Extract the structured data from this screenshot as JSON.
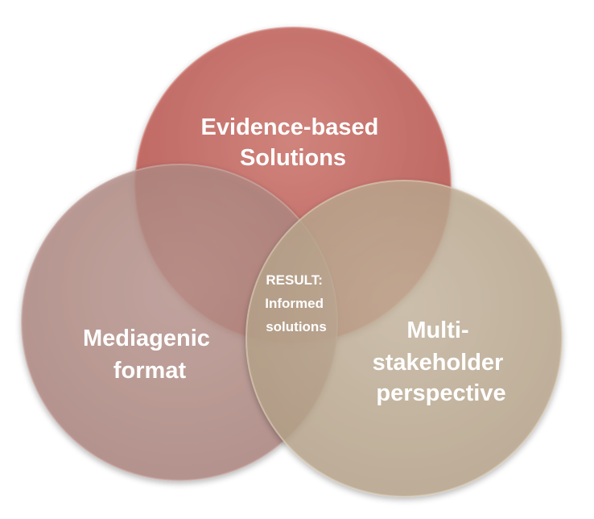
{
  "circles": {
    "evidence": {
      "lines": [
        "Evidence-based",
        "Solutions"
      ],
      "color": "#C0605A"
    },
    "media": {
      "lines": [
        "Mediagenic",
        "format"
      ],
      "color": "#B08A84"
    },
    "stakeholder": {
      "lines": [
        "Multi-",
        "stakeholder",
        "perspective"
      ],
      "color": "#BDAA91"
    }
  },
  "center": {
    "lines": [
      "RESULT:",
      "Informed",
      "solutions"
    ]
  }
}
